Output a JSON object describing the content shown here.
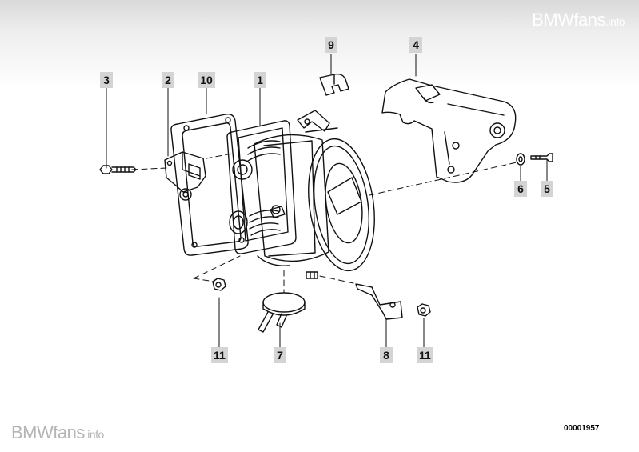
{
  "watermark_top": {
    "brand": "BMWfans",
    "suffix": ".info"
  },
  "watermark_bottom": {
    "brand": "BMWfans",
    "suffix": ".info"
  },
  "diagram_id": "00001957",
  "callouts": {
    "throttle_housing": "1",
    "throttle_sensor": "2",
    "screw_sensor": "3",
    "bracket": "4",
    "bolt": "5",
    "washer": "6",
    "cap": "7",
    "holder": "8",
    "clip": "9",
    "gasket": "10",
    "nut_left": "11",
    "nut_right": "11"
  },
  "colors": {
    "line": "#111111",
    "callout_bg": "#d4d4d4"
  }
}
